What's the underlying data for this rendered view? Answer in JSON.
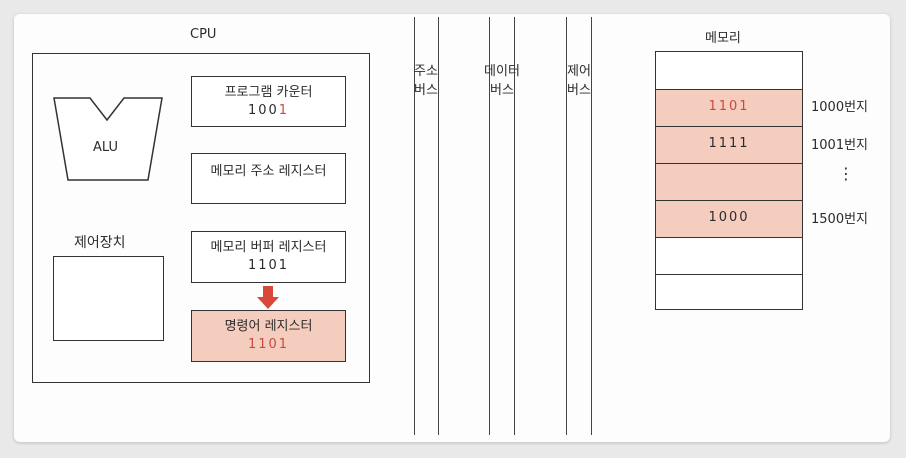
{
  "cpu": {
    "title": "CPU",
    "alu_label": "ALU",
    "control_unit_label": "제어장치",
    "registers": [
      {
        "name": "프로그램 카운터",
        "value": "1001"
      },
      {
        "name": "메모리 주소 레지스터",
        "value": ""
      },
      {
        "name": "메모리 버퍼 레지스터",
        "value": "1101"
      },
      {
        "name": "명령어 레지스터",
        "value": "1101"
      }
    ]
  },
  "buses": [
    {
      "line1": "주소",
      "line2": "버스"
    },
    {
      "line1": "데이터",
      "line2": "버스"
    },
    {
      "line1": "제어",
      "line2": "버스"
    }
  ],
  "memory": {
    "title": "메모리",
    "cells": [
      {
        "value": ""
      },
      {
        "value": "1101",
        "address": "1000번지"
      },
      {
        "value": "1111",
        "address": "1001번지"
      },
      {
        "value": ""
      },
      {
        "value": "1000",
        "address": "1500번지"
      },
      {
        "value": ""
      },
      {
        "value": ""
      }
    ],
    "ellipsis": "⋮"
  },
  "colors": {
    "highlight_fill": "#f5cdbf",
    "accent_red": "#c94a3c",
    "line": "#333333"
  }
}
